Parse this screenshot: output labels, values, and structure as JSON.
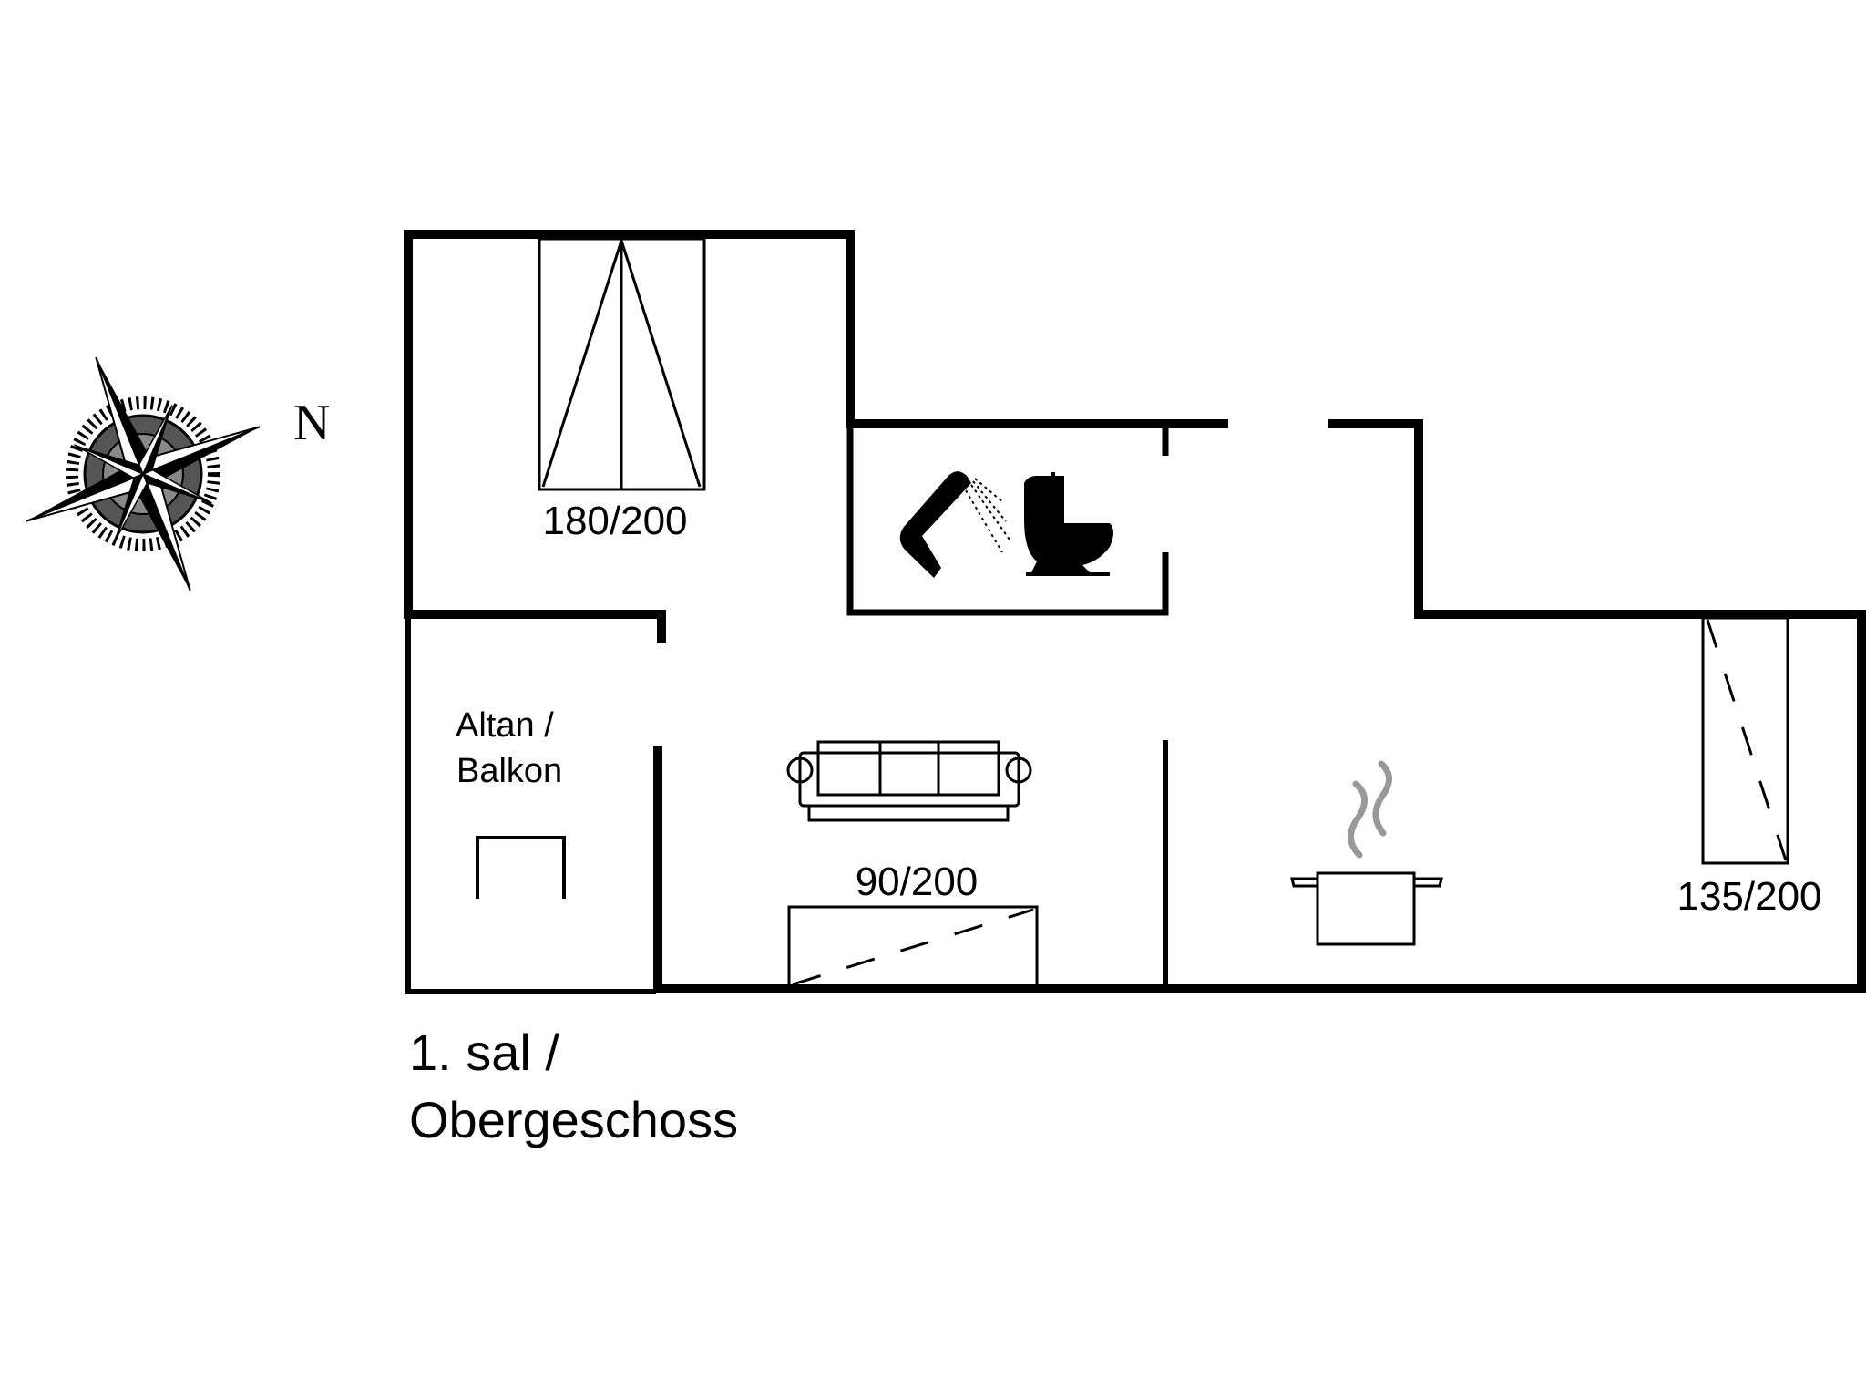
{
  "compass": {
    "north_label": "N"
  },
  "rooms": {
    "bedroom_1": {
      "bed_label": "180/200"
    },
    "balcony": {
      "line1": "Altan /",
      "line2": "Balkon"
    },
    "living": {
      "bed_label": "90/200"
    },
    "bedroom_2": {
      "bed_label": "135/200"
    }
  },
  "floor": {
    "line1": "1. sal /",
    "line2": "Obergeschoss"
  },
  "icons": [
    "compass-icon",
    "shower-icon",
    "toilet-icon",
    "sofa-icon",
    "cooking-pot-icon",
    "stove-icon"
  ]
}
